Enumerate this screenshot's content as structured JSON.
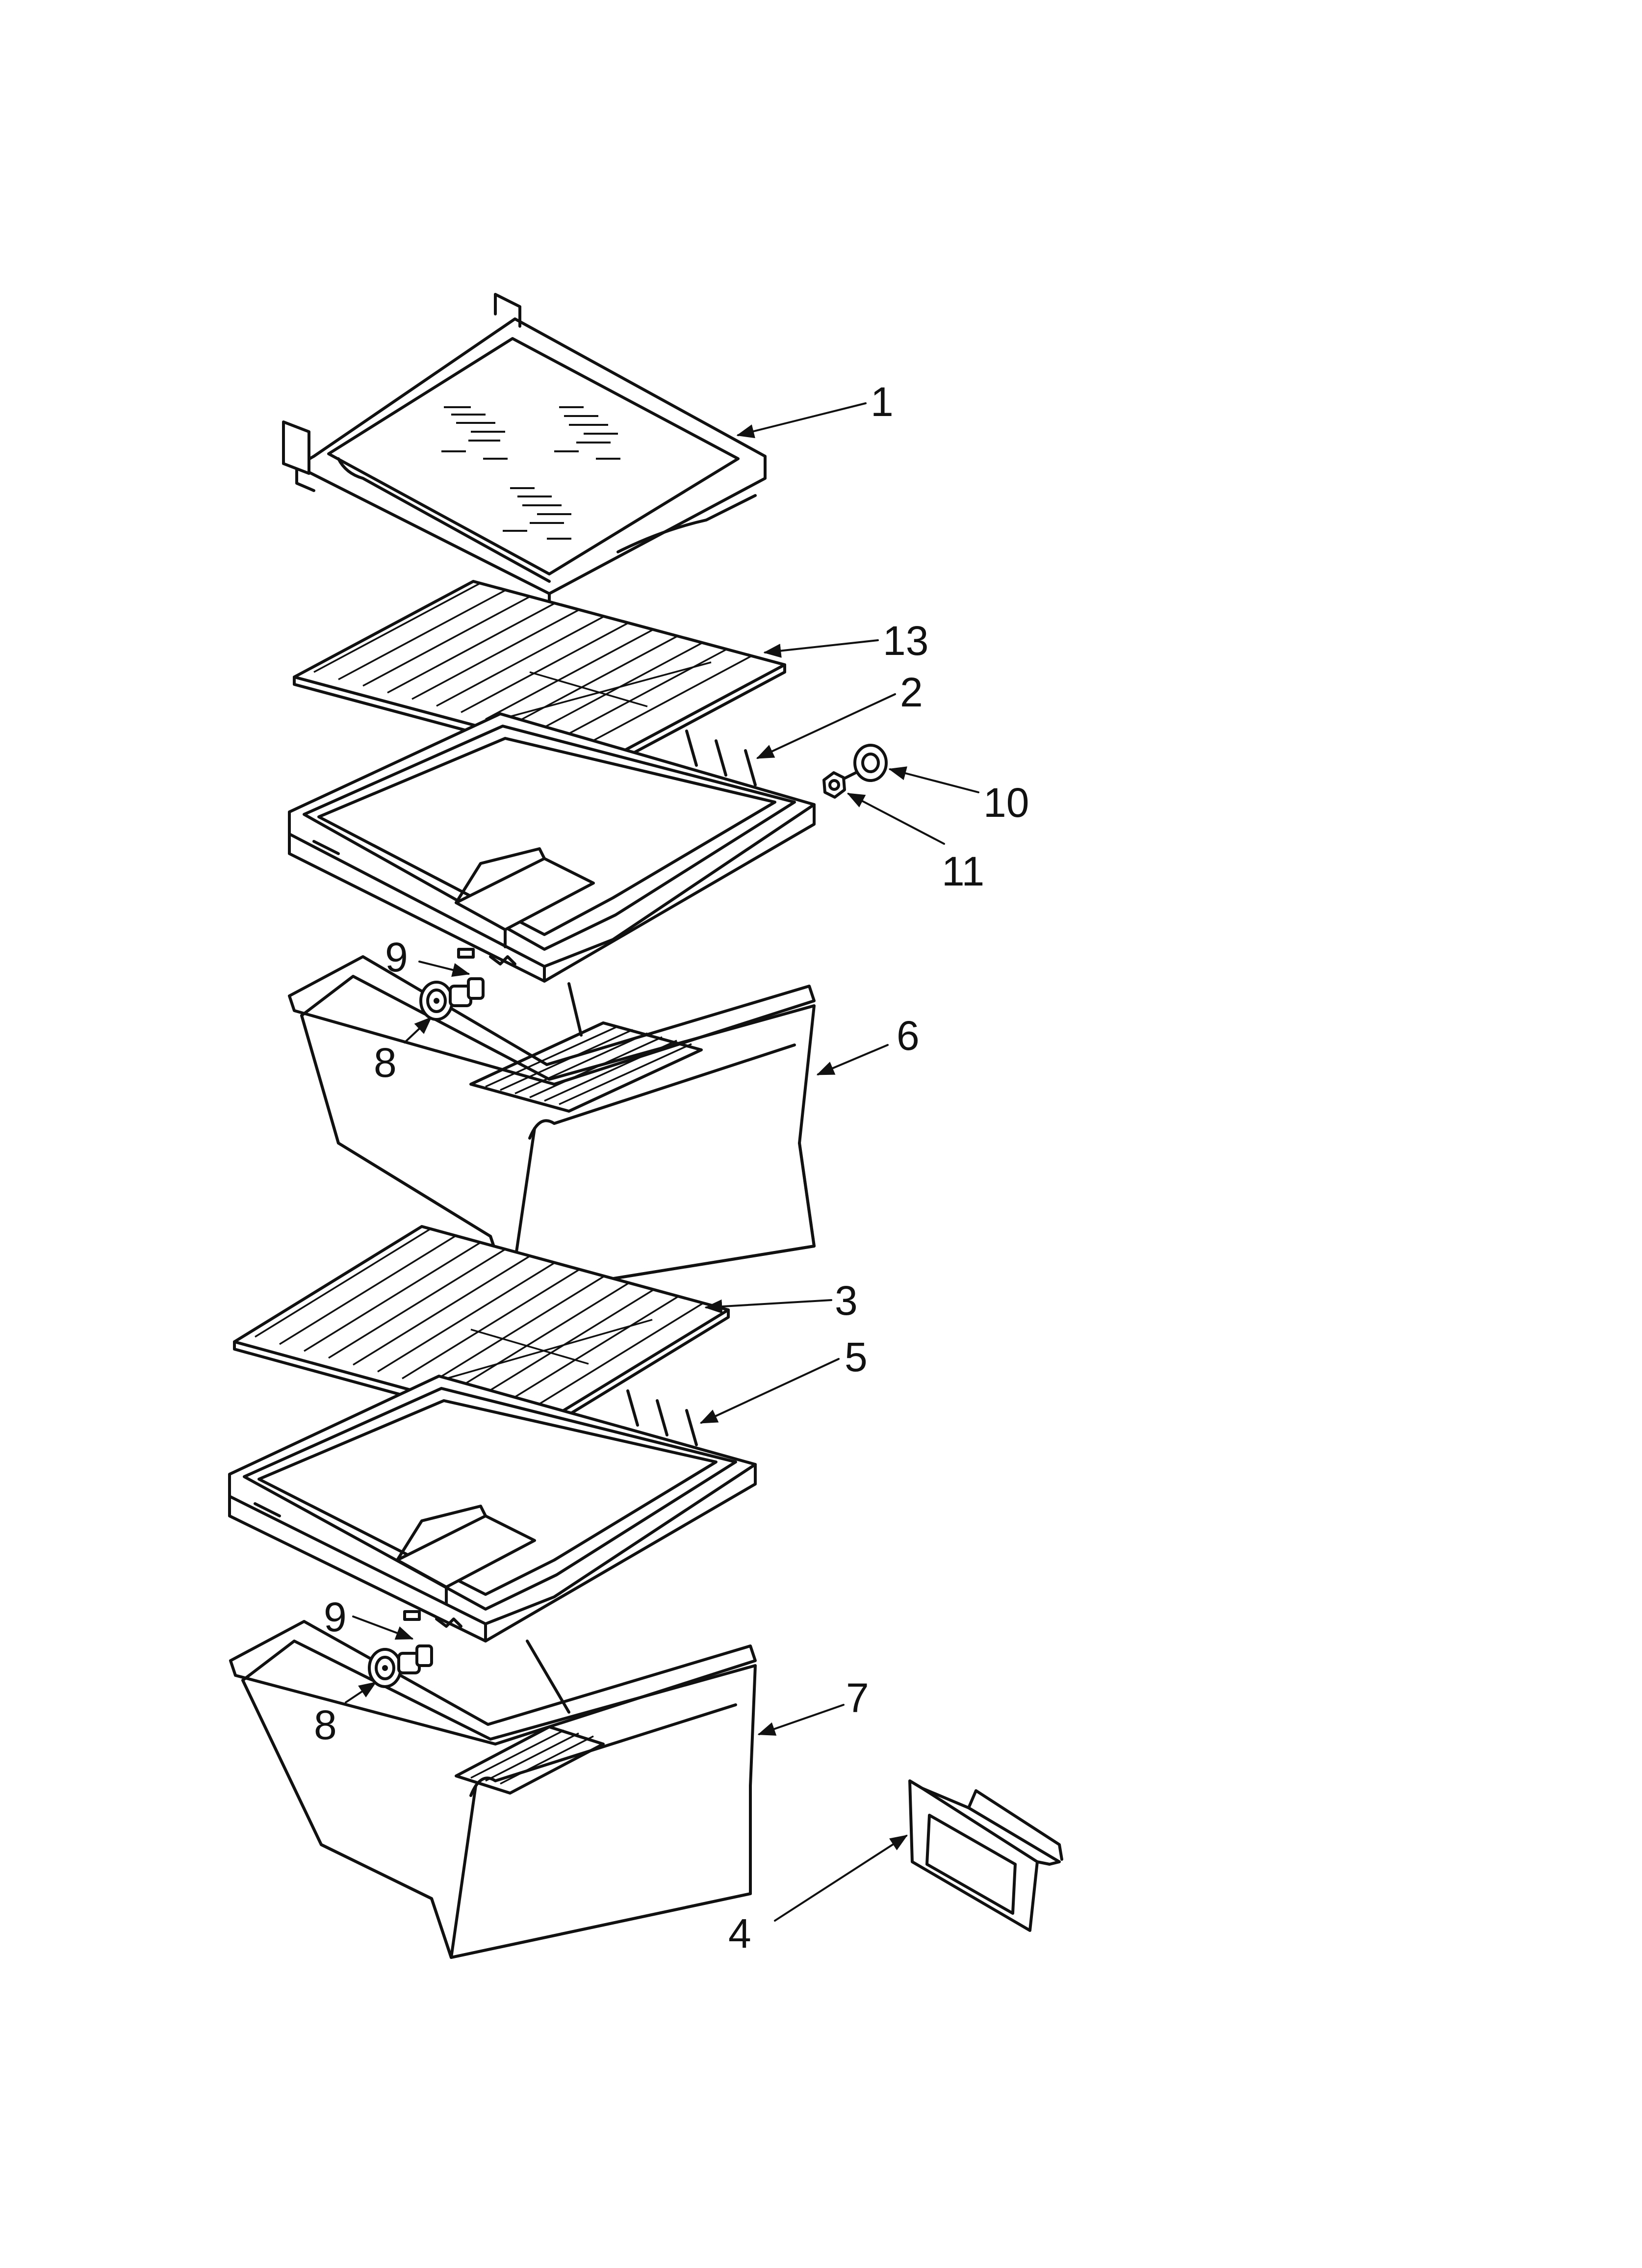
{
  "callouts": {
    "c1": "1",
    "c13": "13",
    "c2": "2",
    "c10": "10",
    "c11": "11",
    "c9a": "9",
    "c8a": "8",
    "c6": "6",
    "c3": "3",
    "c5": "5",
    "c9b": "9",
    "c8b": "8",
    "c7": "7",
    "c4": "4"
  }
}
